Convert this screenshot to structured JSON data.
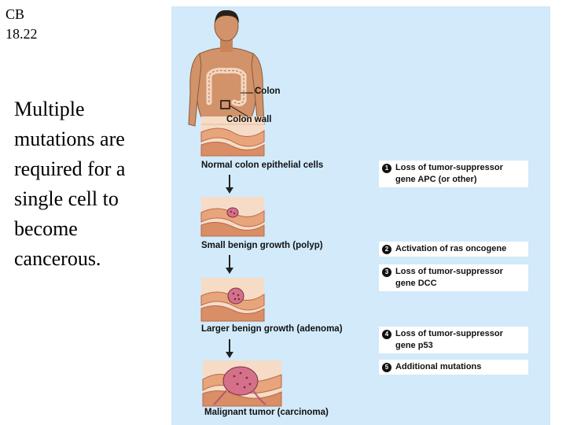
{
  "slide_label": {
    "line1": "CB",
    "line2": "18.22"
  },
  "caption": "Multiple mutations are required for a single cell to become cancerous.",
  "figure": {
    "callouts": {
      "colon": "Colon",
      "colon_wall": "Colon wall"
    },
    "stages": [
      {
        "label": "Normal colon epithelial cells"
      },
      {
        "label": "Small benign growth (polyp)"
      },
      {
        "label": "Larger benign growth (adenoma)"
      },
      {
        "label": "Malignant tumor (carcinoma)"
      }
    ],
    "steps": [
      {
        "num": "1",
        "text": "Loss of tumor-suppressor gene APC (or other)"
      },
      {
        "num": "2",
        "text": "Activation of ras oncogene"
      },
      {
        "num": "3",
        "text": "Loss of tumor-suppressor gene DCC"
      },
      {
        "num": "4",
        "text": "Loss of tumor-suppressor gene p53"
      },
      {
        "num": "5",
        "text": "Additional mutations"
      }
    ]
  },
  "colors": {
    "panel_background": "#d2eafa",
    "skin": "#d2926a",
    "tissue": "#e8a57c",
    "tissue_light": "#f6dcc6",
    "tumor": "#d4708a",
    "hair": "#2b2019"
  }
}
